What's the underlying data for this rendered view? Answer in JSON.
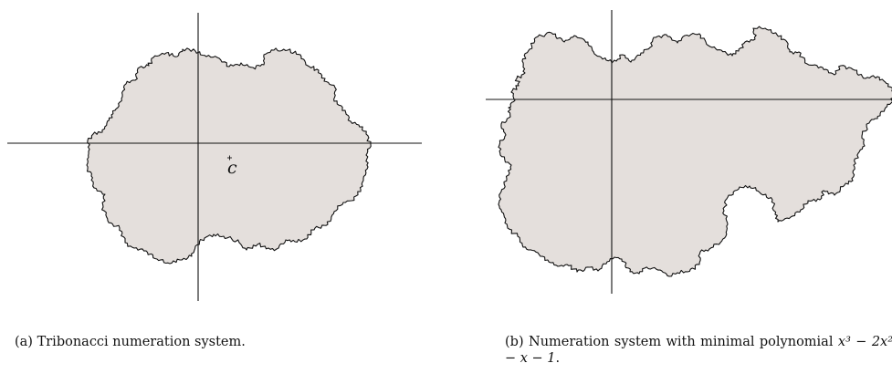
{
  "figures": [
    {
      "id": "a",
      "point_label": "c",
      "caption": {
        "tag": "(a)",
        "text": "Tribonacci numeration system."
      }
    },
    {
      "id": "b",
      "caption": {
        "tag": "(b)",
        "text_before_formula": "Numeration system with minimal polynomial",
        "formula": "x³ − 2x² − x − 1",
        "text_after_formula": "."
      }
    }
  ],
  "colors": {
    "fractal_fill": "#e4dfdc",
    "line": "#111111",
    "background": "#ffffff"
  }
}
